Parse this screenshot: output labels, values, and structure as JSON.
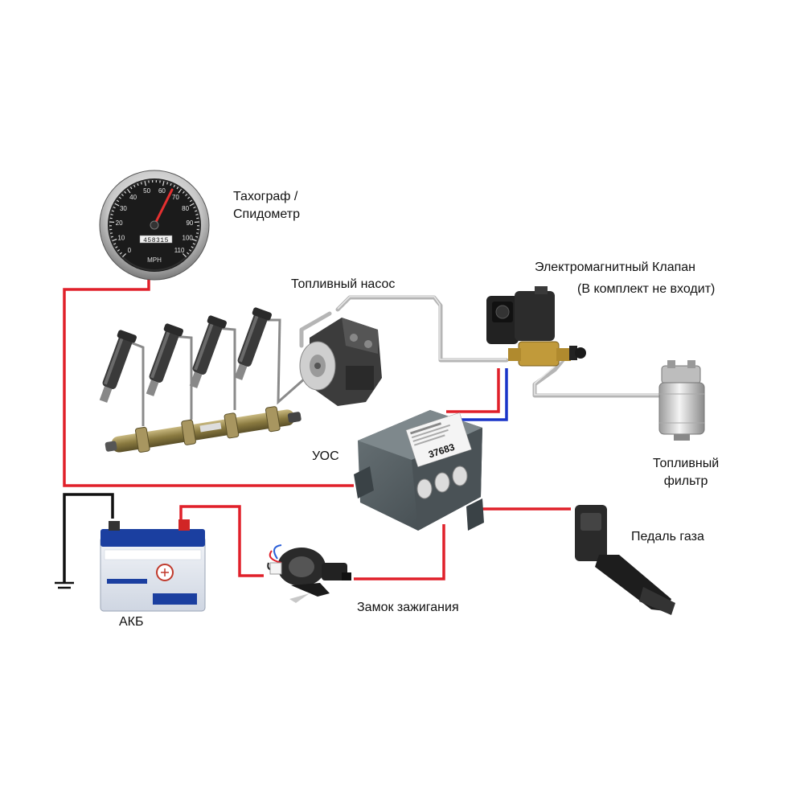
{
  "labels": {
    "tachograph": "Тахограф /\nСпидометр",
    "fuel_pump": "Топливный насос",
    "solenoid_valve": "Электромагнитный Клапан",
    "solenoid_note": "(В комплект не входит)",
    "control_unit": "УОС",
    "fuel_filter": "Топливный\nфильтр",
    "gas_pedal": "Педаль газа",
    "ignition_lock": "Замок зажигания",
    "battery": "АКБ"
  },
  "speedometer": {
    "scale": [
      "0",
      "10",
      "20",
      "30",
      "40",
      "50",
      "60",
      "70",
      "80",
      "90",
      "100",
      "110"
    ],
    "odometer": "458315",
    "unit": "MPH"
  },
  "control_unit_sticker": "37683",
  "colors": {
    "wire_positive": "#e0202a",
    "wire_negative": "#1a35c8",
    "wire_ground": "#111111",
    "fuel_line": "#b8b8b8"
  }
}
